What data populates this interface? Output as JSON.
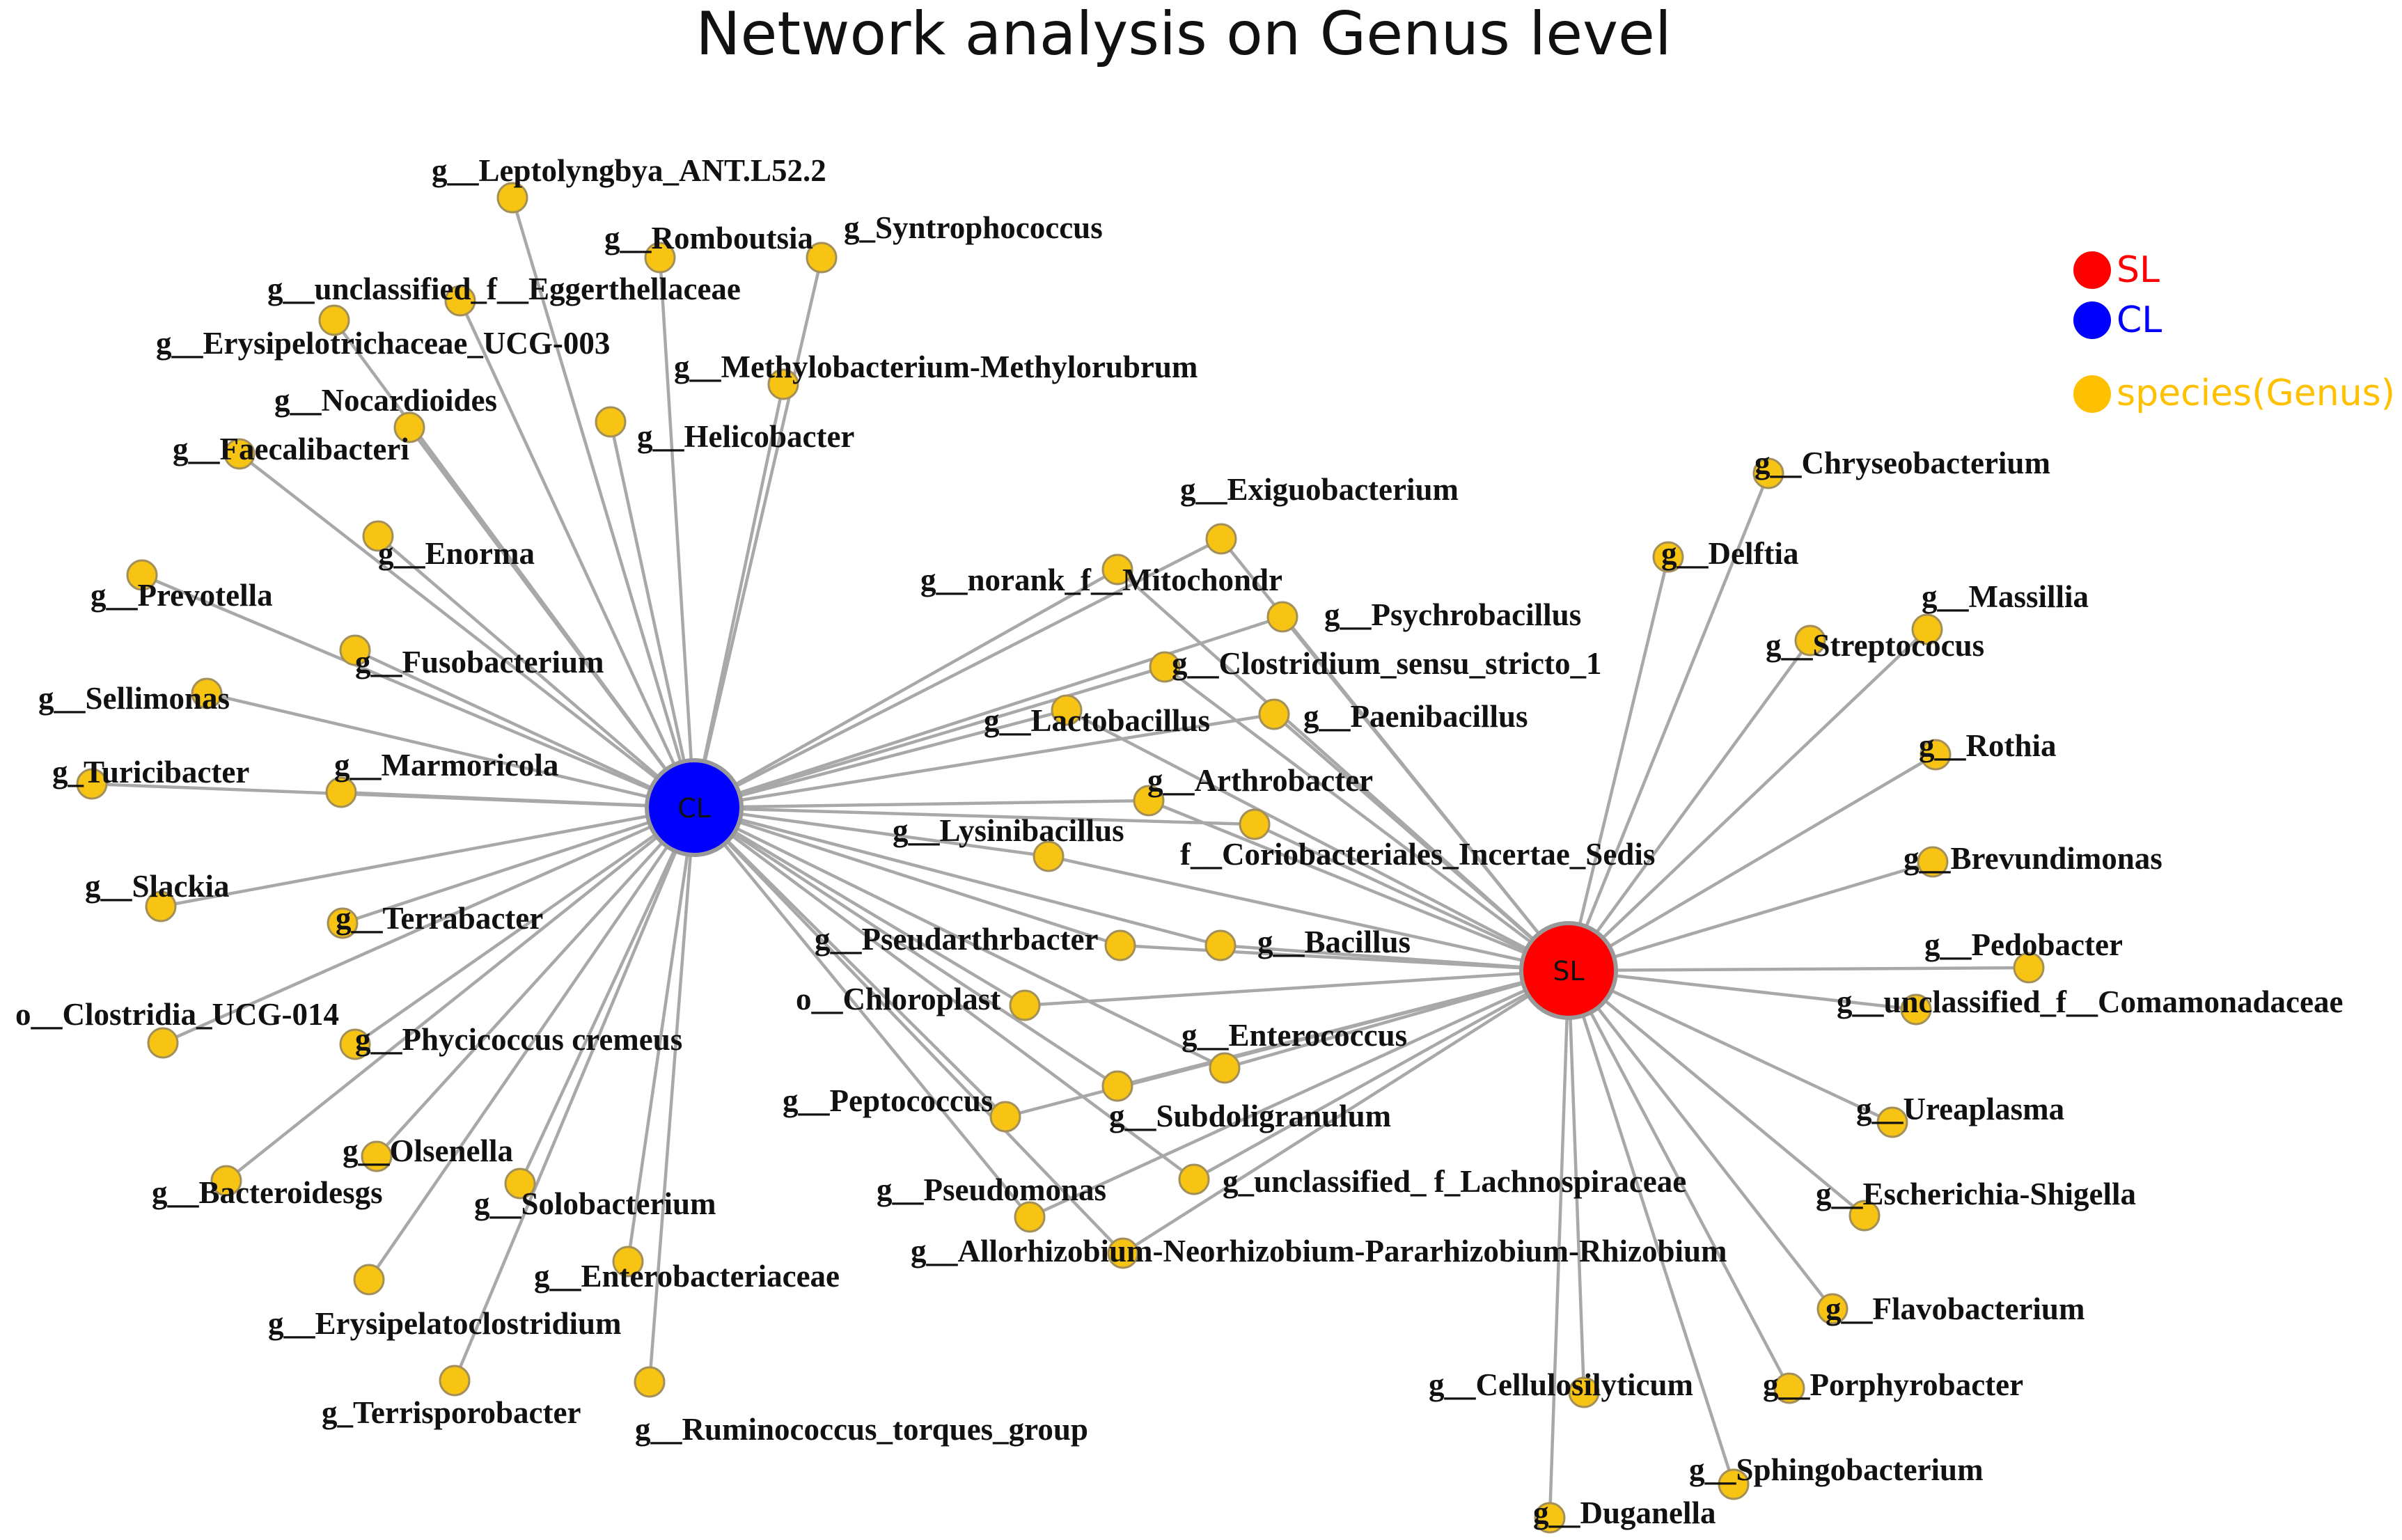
{
  "title": "Network analysis on Genus level",
  "legend": [
    {
      "label": "SL",
      "color": "#ff0000"
    },
    {
      "label": "CL",
      "color": "#0000ff"
    },
    {
      "label": "species(Genus)",
      "color": "#ffc000"
    }
  ],
  "colors": {
    "node": "#f7c413",
    "edge": "#a8a8a8",
    "SL": "#ff0000",
    "CL": "#0000ff"
  },
  "hubs": [
    {
      "id": "CL",
      "label": "CL"
    },
    {
      "id": "SL",
      "label": "SL"
    }
  ],
  "nodes": [
    {
      "label": "g__Leptolyngbya_ANT.L52.2",
      "hubs": [
        "CL"
      ]
    },
    {
      "label": "g__Romboutsia",
      "hubs": [
        "CL"
      ]
    },
    {
      "label": "g_Syntrophococcus",
      "hubs": [
        "CL"
      ]
    },
    {
      "label": "g__unclassified_f__Eggerthellaceae",
      "hubs": [
        "CL"
      ]
    },
    {
      "label": "g__Erysipelotrichaceae_UCG-003",
      "hubs": [
        "CL"
      ]
    },
    {
      "label": "g__Methylobacterium-Methylorubrum",
      "hubs": [
        "CL"
      ]
    },
    {
      "label": "g__Nocardioides",
      "hubs": [
        "CL"
      ]
    },
    {
      "label": "g__Helicobacter",
      "hubs": [
        "CL"
      ]
    },
    {
      "label": "g__Faecalibacteri",
      "hubs": [
        "CL"
      ]
    },
    {
      "label": "g__Enorma",
      "hubs": [
        "CL"
      ]
    },
    {
      "label": "g__Prevotella",
      "hubs": [
        "CL"
      ]
    },
    {
      "label": "g__Fusobacterium",
      "hubs": [
        "CL"
      ]
    },
    {
      "label": "g__Sellimonas",
      "hubs": [
        "CL"
      ]
    },
    {
      "label": "g_Turicibacter",
      "hubs": [
        "CL"
      ]
    },
    {
      "label": "g__Marmoricola",
      "hubs": [
        "CL"
      ]
    },
    {
      "label": "g__Slackia",
      "hubs": [
        "CL"
      ]
    },
    {
      "label": "g__Terrabacter",
      "hubs": [
        "CL"
      ]
    },
    {
      "label": "o__Clostridia_UCG-014",
      "hubs": [
        "CL"
      ]
    },
    {
      "label": "g__Phycicoccus cremeus",
      "hubs": [
        "CL"
      ]
    },
    {
      "label": "g__Olsenella",
      "hubs": [
        "CL"
      ]
    },
    {
      "label": "g__Bacteroidesgs",
      "hubs": [
        "CL"
      ]
    },
    {
      "label": "g__Solobacterium",
      "hubs": [
        "CL"
      ]
    },
    {
      "label": "g__Enterobacteriaceae",
      "hubs": [
        "CL"
      ]
    },
    {
      "label": "g__Erysipelatoclostridium",
      "hubs": [
        "CL"
      ]
    },
    {
      "label": "g_Terrisporobacter",
      "hubs": [
        "CL"
      ]
    },
    {
      "label": "g__Ruminococcus_torques_group",
      "hubs": [
        "CL"
      ]
    },
    {
      "label": "g__Exiguobacterium",
      "hubs": [
        "CL",
        "SL"
      ]
    },
    {
      "label": "g__norank_f__Mitochondr",
      "hubs": [
        "CL",
        "SL"
      ]
    },
    {
      "label": "g__Psychrobacillus",
      "hubs": [
        "CL",
        "SL"
      ]
    },
    {
      "label": "g__Clostridium_sensu_stricto_1",
      "hubs": [
        "CL",
        "SL"
      ]
    },
    {
      "label": "g__Lactobacillus",
      "hubs": [
        "CL",
        "SL"
      ]
    },
    {
      "label": "g__Paenibacillus",
      "hubs": [
        "CL",
        "SL"
      ]
    },
    {
      "label": "g__Arthrobacter",
      "hubs": [
        "CL",
        "SL"
      ]
    },
    {
      "label": "g__Lysinibacillus",
      "hubs": [
        "CL",
        "SL"
      ]
    },
    {
      "label": "f__Coriobacteriales_Incertae_Sedis",
      "hubs": [
        "CL",
        "SL"
      ]
    },
    {
      "label": "g__Pseudarthrbacter",
      "hubs": [
        "CL",
        "SL"
      ]
    },
    {
      "label": "g__Bacillus",
      "hubs": [
        "CL",
        "SL"
      ]
    },
    {
      "label": "o__Chloroplast",
      "hubs": [
        "CL",
        "SL"
      ]
    },
    {
      "label": "g__Enterococcus",
      "hubs": [
        "CL",
        "SL"
      ]
    },
    {
      "label": "g__Peptococcus",
      "hubs": [
        "CL",
        "SL"
      ]
    },
    {
      "label": "g__Subdoligranulum",
      "hubs": [
        "CL",
        "SL"
      ]
    },
    {
      "label": "g__Pseudomonas",
      "hubs": [
        "CL",
        "SL"
      ]
    },
    {
      "label": "g_unclassified_ f_Lachnospiraceae",
      "hubs": [
        "CL",
        "SL"
      ]
    },
    {
      "label": "g__Allorhizobium-Neorhizobium-Pararhizobium-Rhizobium",
      "hubs": [
        "CL",
        "SL"
      ]
    },
    {
      "label": "g__Chryseobacterium",
      "hubs": [
        "SL"
      ]
    },
    {
      "label": "g__Delftia",
      "hubs": [
        "SL"
      ]
    },
    {
      "label": "g__Massillia",
      "hubs": [
        "SL"
      ]
    },
    {
      "label": "g__Streptococus",
      "hubs": [
        "SL"
      ]
    },
    {
      "label": "g__Rothia",
      "hubs": [
        "SL"
      ]
    },
    {
      "label": "g__Brevundimonas",
      "hubs": [
        "SL"
      ]
    },
    {
      "label": "g__Pedobacter",
      "hubs": [
        "SL"
      ]
    },
    {
      "label": "g__unclassified_f__Comamonadaceae",
      "hubs": [
        "SL"
      ]
    },
    {
      "label": "g__Ureaplasma",
      "hubs": [
        "SL"
      ]
    },
    {
      "label": "g__Escherichia-Shigella",
      "hubs": [
        "SL"
      ]
    },
    {
      "label": "g__Flavobacterium",
      "hubs": [
        "SL"
      ]
    },
    {
      "label": "g__Cellulosilyticum",
      "hubs": [
        "SL"
      ]
    },
    {
      "label": "g__Porphyrobacter",
      "hubs": [
        "SL"
      ]
    },
    {
      "label": "g__Sphingobacterium",
      "hubs": [
        "SL"
      ]
    },
    {
      "label": "g__Duganella",
      "hubs": [
        "SL"
      ]
    }
  ]
}
